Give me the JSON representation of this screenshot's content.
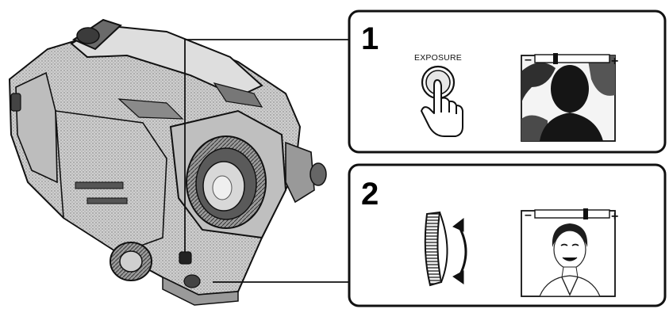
{
  "figure": {
    "palette": {
      "ink": "#111111",
      "paper": "#ffffff",
      "light_tone": "#d9d9d9",
      "mid_tone": "#9a9a9a",
      "dark_tone": "#2b2b2b"
    },
    "camera": {
      "icons": [
        "camcorder-illustration",
        "lens",
        "viewfinder",
        "exposure-button",
        "exposure-dial"
      ]
    },
    "panels": [
      {
        "step": "1",
        "button_label": "EXPOSURE",
        "icons": [
          "push-button-icon",
          "pointing-finger-icon"
        ],
        "indicator": {
          "minus": "–",
          "plus": "+"
        },
        "screen": "backlit-subject"
      },
      {
        "step": "2",
        "icons": [
          "exposure-dial-icon",
          "rotate-arrows-icon"
        ],
        "indicator": {
          "minus": "–",
          "plus": "+"
        },
        "screen": "corrected-subject"
      }
    ]
  }
}
